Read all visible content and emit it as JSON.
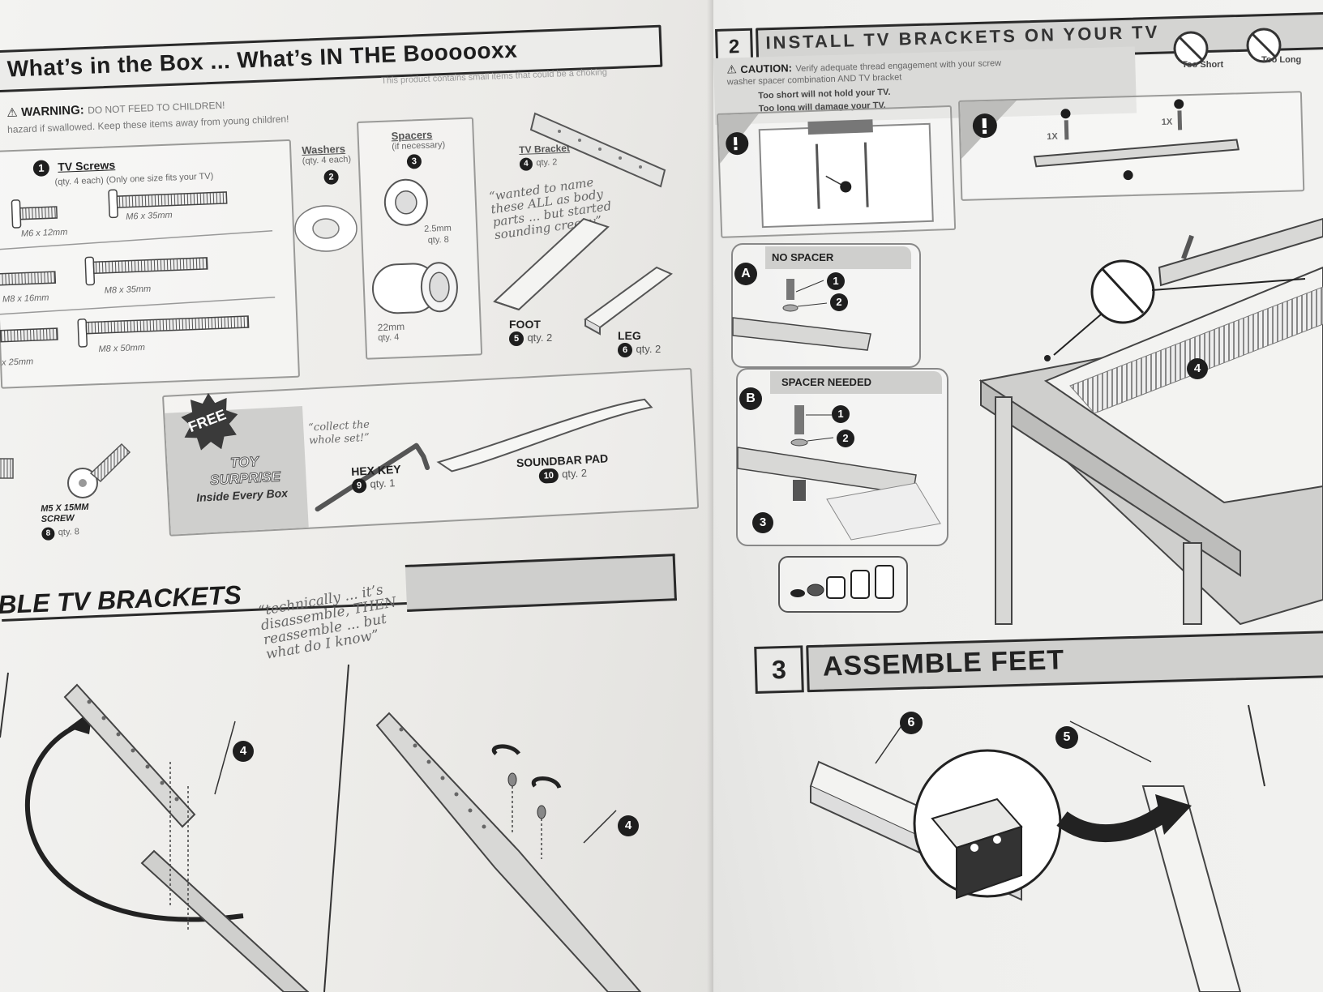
{
  "left": {
    "box_title": "What’s in the Box ... What’s IN THE Boooooxx",
    "box_subtitle": "This product contains small items that could be a choking",
    "warning_label": "WARNING:",
    "warning_text": "DO NOT FEED TO CHILDREN!",
    "warning_line2": "hazard if swallowed. Keep these items away from young children!",
    "tv_screws_title": "TV Screws",
    "tv_screws_note": "(qty. 4 each)   (Only one size fits your TV)",
    "screws": [
      "M6 x 12mm",
      "M6 x 35mm",
      "M8 x 16mm",
      "M8 x 35mm",
      "M8 x 50mm",
      "x 25mm"
    ],
    "washers_title": "Washers",
    "washers_qty": "(qty. 4 each)",
    "spacers_title": "Spacers",
    "spacers_note": "(if necessary)",
    "spacer_small": "2.5mm",
    "spacer_small_qty": "qty. 8",
    "spacer_large": "22mm",
    "spacer_large_qty": "qty. 4",
    "bracket_title": "TV Bracket",
    "bracket_qty": "qty. 2",
    "bracket_quote": "“wanted to name these ALL as body parts ... but started sounding creepy”",
    "foot_label": "FOOT",
    "foot_qty": "qty. 2",
    "leg_label": "LEG",
    "leg_qty": "qty. 2",
    "m5_label": "M5 X 15MM SCREW",
    "m5_qty": "qty. 8",
    "free_badge": "FREE",
    "toy_surprise": "TOY SURPRISE",
    "inside_every": "Inside Every Box",
    "collect_quote": "“collect the whole set!”",
    "hex_key_label": "HEX KEY",
    "hex_key_qty": "qty. 1",
    "soundbar_label": "SOUNDBAR PAD",
    "soundbar_qty": "qty. 2",
    "section_title": "BLE TV BRACKETS",
    "section_quote": "“technically ... it’s disassemble, THEN reassemble ... but what do I know”",
    "callout_4a": "4",
    "callout_4b": "4"
  },
  "right": {
    "step2_number": "2",
    "step2_title": "INSTALL TV BRACKETS ON YOUR TV",
    "caution_label": "CAUTION:",
    "caution_text": "Verify adequate thread engagement with your screw",
    "caution_line2": "washer     spacer     combination AND TV bracket",
    "too_short_note": "Too short will not hold your TV.",
    "too_long_note": "Too long will damage your TV.",
    "too_short": "Too Short",
    "too_long": "Too Long",
    "qty_1x_a": "1X",
    "qty_1x_b": "1X",
    "no_spacer_letter": "A",
    "no_spacer_label": "NO SPACER",
    "spacer_needed_letter": "B",
    "spacer_needed_label": "SPACER NEEDED",
    "step3_number": "3",
    "step3_title": "ASSEMBLE FEET",
    "callout_6": "6",
    "callout_5": "5",
    "callout_1": "1",
    "callout_2": "2",
    "callout_3": "3",
    "callout_4": "4"
  }
}
